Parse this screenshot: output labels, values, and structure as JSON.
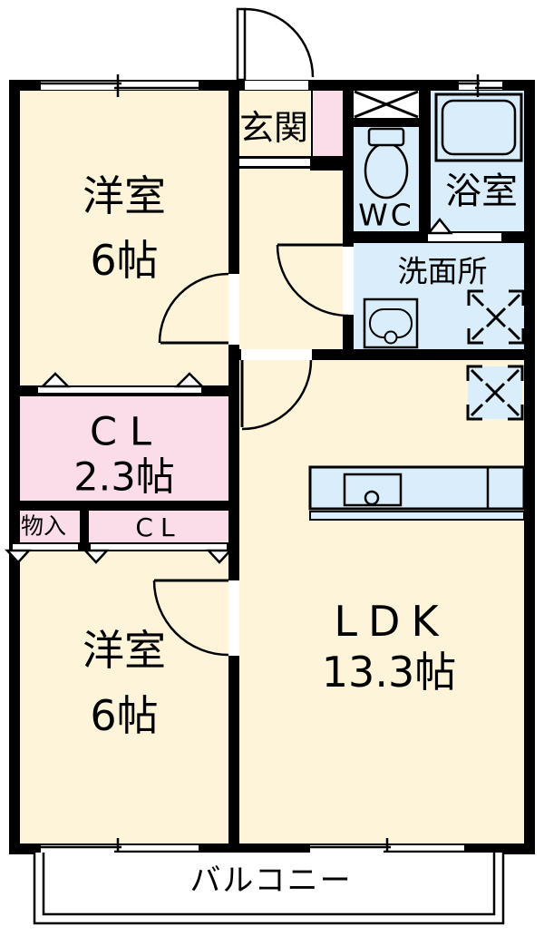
{
  "floorplan": {
    "rooms": {
      "bedroom_top": {
        "label": "洋室",
        "area": "6帖"
      },
      "entrance": {
        "label": "玄関"
      },
      "toilet_room": {
        "label": "WC"
      },
      "bathroom": {
        "label": "浴室"
      },
      "washroom": {
        "label": "洗面所"
      },
      "closet_main": {
        "label": "CL",
        "area": "2.3帖"
      },
      "storage": {
        "label": "物入"
      },
      "closet_hall": {
        "label": "CL"
      },
      "ldk": {
        "label": "LDK",
        "area": "13.3帖"
      },
      "bedroom_bottom": {
        "label": "洋室",
        "area": "6帖"
      },
      "balcony": {
        "label": "バルコニー"
      }
    },
    "colors": {
      "room_fill": "#fdf4da",
      "closet_fill": "#fbdde9",
      "wet_area_fill": "#d9edfa",
      "wall": "#000000",
      "outside": "#ffffff"
    }
  }
}
